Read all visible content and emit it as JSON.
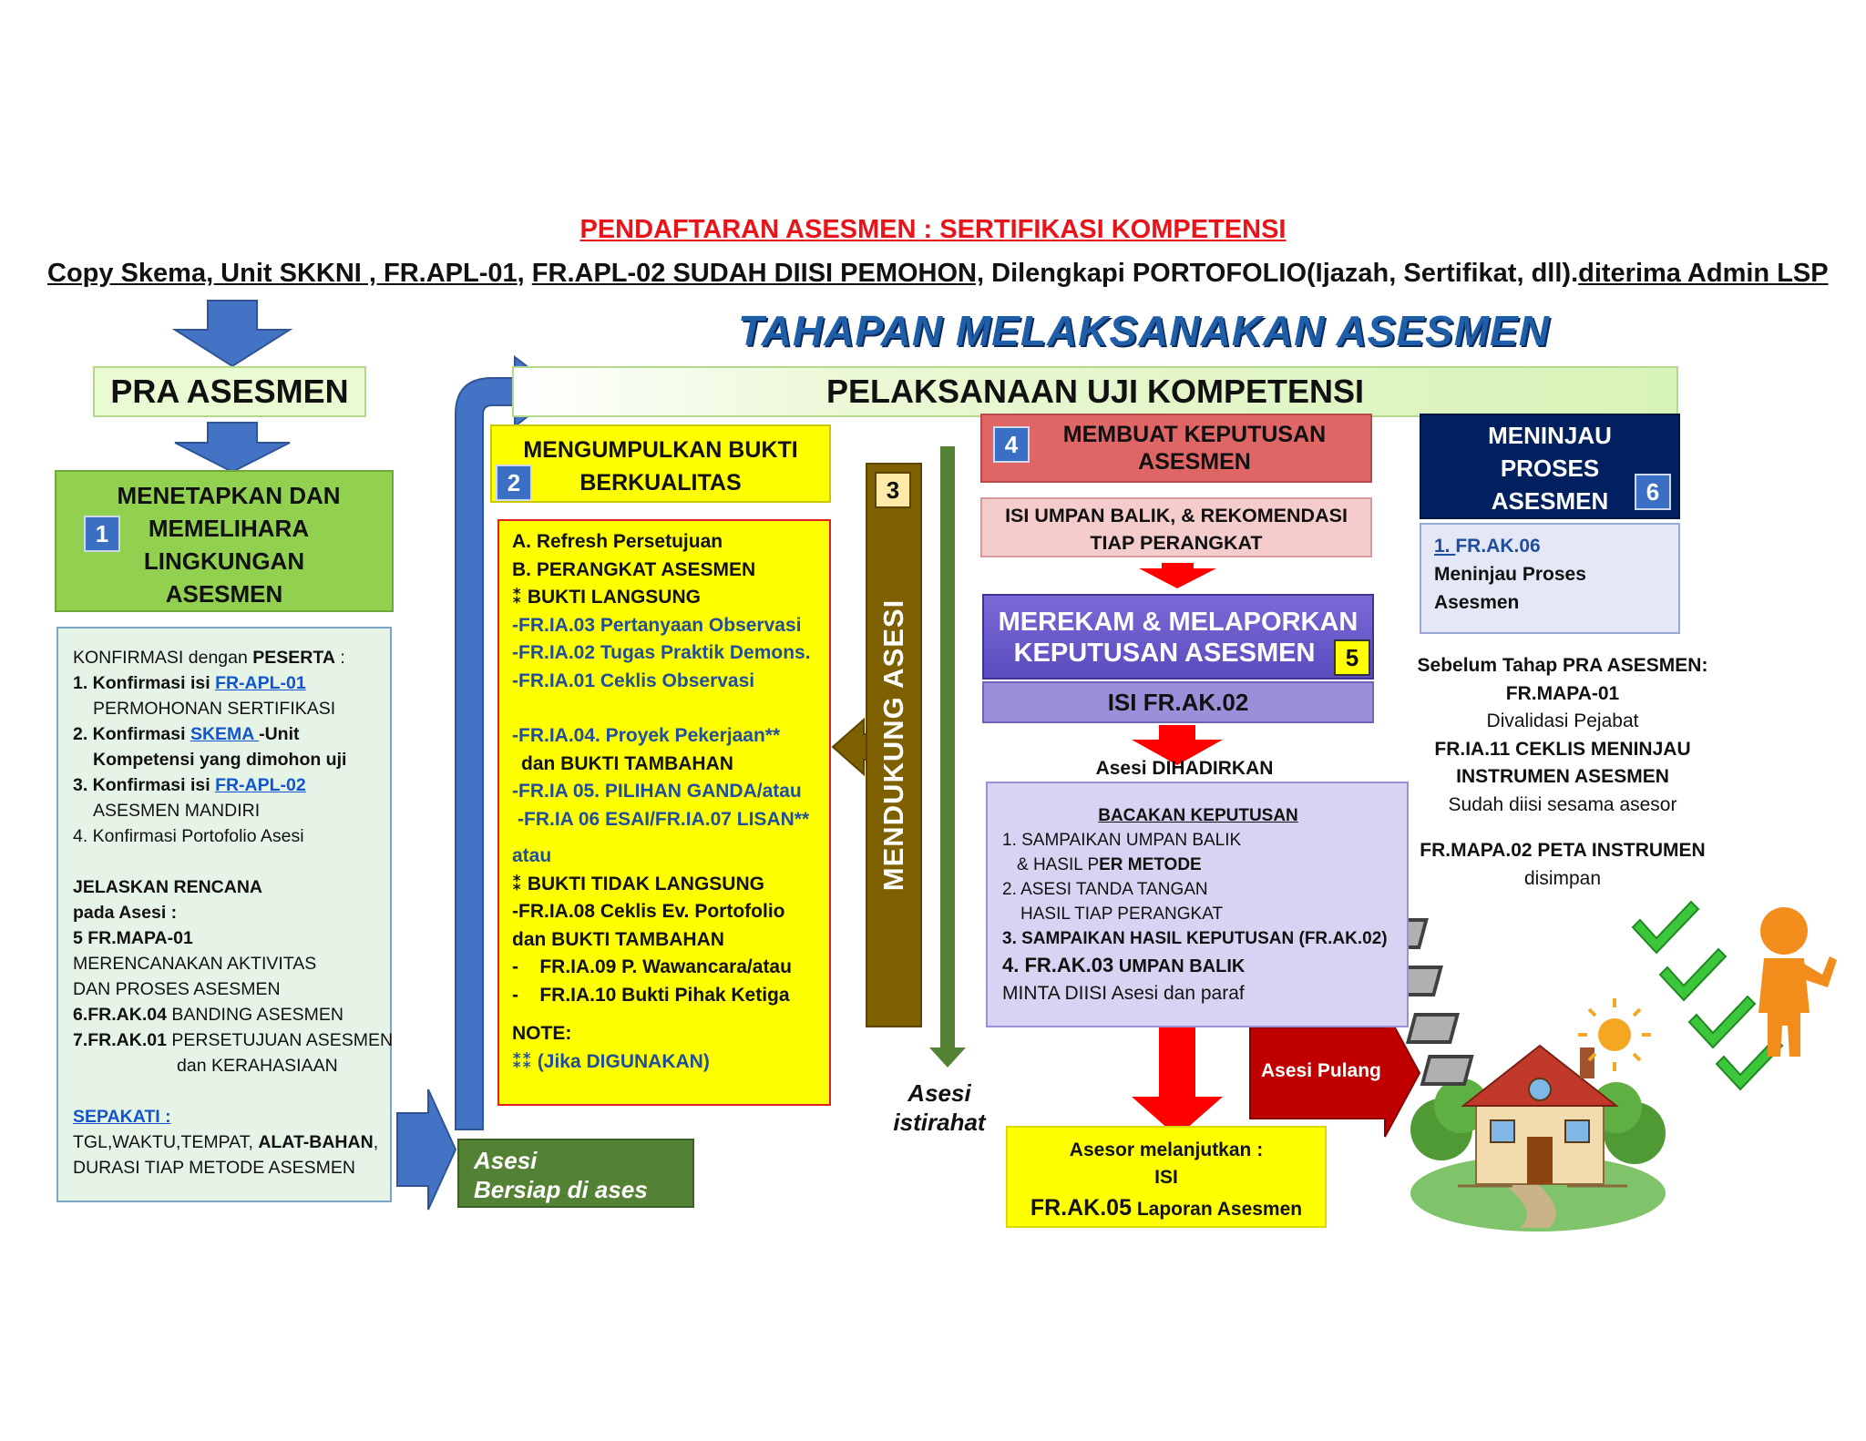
{
  "header": {
    "title": "PENDAFTARAN ASESMEN : SERTIFIKASI KOMPETENSI",
    "sub_a": "Copy Skema, Unit SKKNI , FR.APL-01",
    "sub_b": ", ",
    "sub_c": "FR.APL-02  SUDAH DIISI PEMOHON,",
    "sub_d": " Dilengkapi PORTOFOLIO(Ijazah, Sertifikat, dll).",
    "sub_e": "diterima Admin LSP",
    "stage_title": "TAHAPAN MELAKSANAKAN ASESMEN"
  },
  "pra": {
    "banner": "PRA ASESMEN",
    "step_no": "1",
    "step_lines": [
      "MENETAPKAN DAN",
      "MEMELIHARA",
      "LINGKUNGAN",
      "ASESMEN"
    ],
    "detail": {
      "l1a": "KONFIRMASI dengan ",
      "l1b": "PESERTA",
      "l1c": " :",
      "l2a": "1. Konfirmasi isi ",
      "l2b": "FR-APL-01 ",
      "l3": "PERMOHONAN SERTIFIKASI",
      "l4a": "2. Konfirmasi ",
      "l4b": "SKEMA ",
      "l4c": "-Unit",
      "l5": "Kompetensi yang dimohon uji",
      "l6a": "3. Konfirmasi isi ",
      "l6b": "FR-APL-02 ",
      "l7": "ASESMEN MANDIRI",
      "l8": "4. Konfirmasi Portofolio Asesi",
      "l9": "JELASKAN RENCANA",
      "l10": "pada Asesi :",
      "l11": "5 FR.MAPA-01",
      "l12": "MERENCANAKAN AKTIVITAS",
      "l13": "DAN PROSES ASESMEN",
      "l14a": "6.FR.AK.04",
      "l14b": " BANDING ASESMEN",
      "l15a": "7.FR.AK.01",
      "l15b": " PERSETUJUAN ASESMEN",
      "l16": "dan KERAHASIAAN",
      "l17": "SEPAKATI :",
      "l18a": "TGL,WAKTU,TEMPAT, ",
      "l18b": "ALAT-BAHAN",
      "l18c": ",",
      "l19": "DURASI TIAP METODE  ASESMEN"
    }
  },
  "ready": {
    "line1": "Asesi",
    "line2": "Bersiap di ases"
  },
  "pelaksanaan": {
    "banner": "PELAKSANAAN UJI KOMPETENSI"
  },
  "step2": {
    "no": "2",
    "line1": "MENGUMPULKAN BUKTI",
    "line2": "BERKUALITAS",
    "d": {
      "a": "A.   Refresh Persetujuan",
      "b": "B. PERANGKAT ASESMEN",
      "c": "⁑ BUKTI LANGSUNG",
      "d": "-FR.IA.03 Pertanyaan Observasi",
      "e": "-FR.IA.02 Tugas Praktik Demons.",
      "f": "-FR.IA.01 Ceklis Observasi",
      "g": "-FR.IA.04. Proyek Pekerjaan**",
      "h": "dan BUKTI TAMBAHAN",
      "i1": " ",
      "i2": "-FR.IA 05. PILIHAN GANDA/atau",
      "j": "-FR.IA 06 ESAI/FR.IA.07 LISAN**",
      "k": "atau",
      "l": "⁑ BUKTI TIDAK LANGSUNG",
      "m": "-FR.IA.08 Ceklis Ev. Portofolio",
      "n": "dan BUKTI TAMBAHAN",
      "o": "-    FR.IA.09 P. Wawancara/atau",
      "p": "-    FR.IA.10 Bukti Pihak Ketiga",
      "q": "NOTE:",
      "r": "⁑⁑ (Jika DIGUNAKAN)"
    }
  },
  "step3": {
    "no": "3",
    "label": "MENDUKUNG ASESI"
  },
  "istirahat": {
    "line1": "Asesi",
    "line2": "istirahat"
  },
  "step4": {
    "no": "4",
    "line1": "MEMBUAT KEPUTUSAN",
    "line2": "ASESMEN",
    "sub1": "ISI UMPAN BALIK, & REKOMENDASI",
    "sub2": "TIAP PERANGKAT"
  },
  "step5": {
    "no": "5",
    "line1": "MEREKAM & MELAPORKAN",
    "line2": "KEPUTUSAN ASESMEN",
    "sub": "ISI FR.AK.02"
  },
  "dihadirkan": "Asesi DIHADIRKAN",
  "bacakan": {
    "title": "BACAKAN KEPUTUSAN",
    "l1": "1. SAMPAIKAN UMPAN BALIK",
    "l2a": "& HASIL P",
    "l2b": "ER METODE",
    "l3": "2. ASESI TANDA TANGAN",
    "l4": "HASIL TIAP PERANGKAT",
    "l5": "3. SAMPAIKAN HASIL KEPUTUSAN (FR.AK.02)",
    "l6a": "4. FR.AK.03",
    "l6b": " UMPAN BALIK",
    "l7": "MINTA DIISI Asesi dan paraf"
  },
  "pulang": "Asesi Pulang",
  "lanjut": {
    "line1": "Asesor melanjutkan :",
    "line2": "ISI",
    "line3a": "FR.AK.05",
    "line3b": " Laporan Asesmen"
  },
  "step6": {
    "no": "6",
    "line1": "MENINJAU",
    "line2": "PROSES",
    "line3": "ASESMEN",
    "d1a": "1. ",
    "d1b": "FR.AK.06",
    "d2": "Meninjau Proses",
    "d3": "Asesmen"
  },
  "sebelum": {
    "l1": "Sebelum Tahap PRA ASESMEN:",
    "l2": "FR.MAPA-01",
    "l3": "Divalidasi Pejabat",
    "l4": "FR.IA.11 CEKLIS MENINJAU",
    "l5": "INSTRUMEN ASESMEN",
    "l6": "Sudah diisi sesama asesor",
    "l7": "FR.MAPA.02 PETA INSTRUMEN",
    "l8": "disimpan"
  },
  "colors": {
    "title_red": "#e8141a",
    "stage_blue": "#1f5ea8",
    "pra_green": "#92d050",
    "banner_green": "#eafad2",
    "detail_bg": "#e6f4e8",
    "yellow": "#ffff00",
    "olive": "#7f6000",
    "red_box": "#e06666",
    "pink_box": "#f4cccc",
    "purple": "#6a5acd",
    "lavender": "#d9d2f2",
    "navy": "#002060",
    "arrow_blue": "#3a6fc4",
    "arrow_red": "#ff0000",
    "dark_green": "#548235"
  }
}
